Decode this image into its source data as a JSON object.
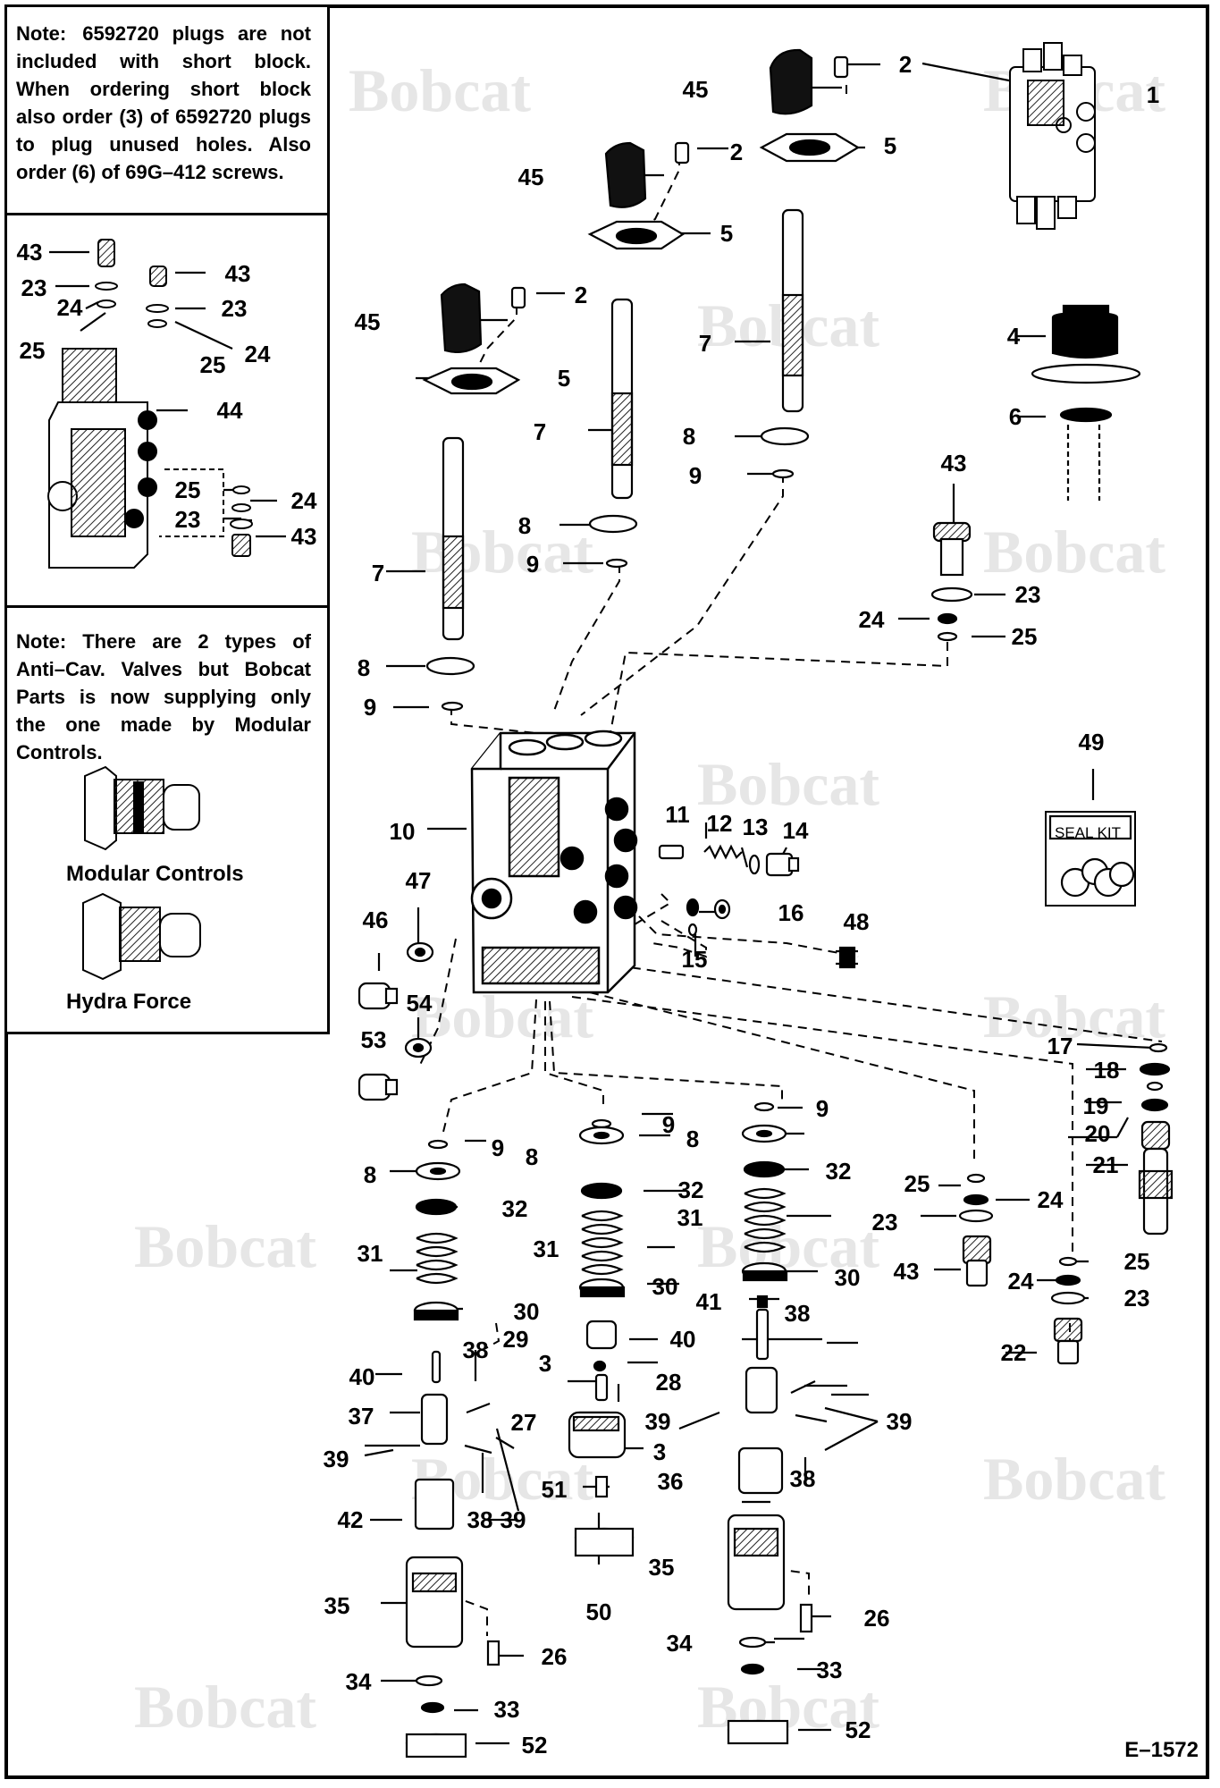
{
  "notes": {
    "short_block": {
      "label": "Note:",
      "text": "6592720 plugs are not included with short block. When ordering short block also order (3) of 6592720 plugs to plug unused holes. Also order (6) of 69G–412 screws."
    },
    "anticav": {
      "label": "Note:",
      "text": "There are 2 types of Anti–Cav. Valves but Bobcat Parts is now supplying only the one made by Modular Controls."
    }
  },
  "valve_types": [
    {
      "name": "Modular Controls"
    },
    {
      "name": "Hydra Force"
    }
  ],
  "seal_kit": {
    "label": "SEAL KIT"
  },
  "figure_code": "E–1572",
  "watermark": "Bobcat",
  "callouts": {
    "p1": "1",
    "p2": "2",
    "p3": "3",
    "p4": "4",
    "p5": "5",
    "p6": "6",
    "p7": "7",
    "p8": "8",
    "p9": "9",
    "p10": "10",
    "p11": "11",
    "p12": "12",
    "p13": "13",
    "p14": "14",
    "p15": "15",
    "p16": "16",
    "p17": "17",
    "p18": "18",
    "p19": "19",
    "p20": "20",
    "p21": "21",
    "p22": "22",
    "p23": "23",
    "p24": "24",
    "p25": "25",
    "p26": "26",
    "p27": "27",
    "p28": "28",
    "p29": "29",
    "p30": "30",
    "p31": "31",
    "p32": "32",
    "p33": "33",
    "p34": "34",
    "p35": "35",
    "p36": "36",
    "p37": "37",
    "p38": "38",
    "p39": "39",
    "p40": "40",
    "p41": "41",
    "p42": "42",
    "p43": "43",
    "p44": "44",
    "p45": "45",
    "p46": "46",
    "p47": "47",
    "p48": "48",
    "p49": "49",
    "p50": "50",
    "p51": "51",
    "p52": "52",
    "p53": "53",
    "p54": "54"
  }
}
